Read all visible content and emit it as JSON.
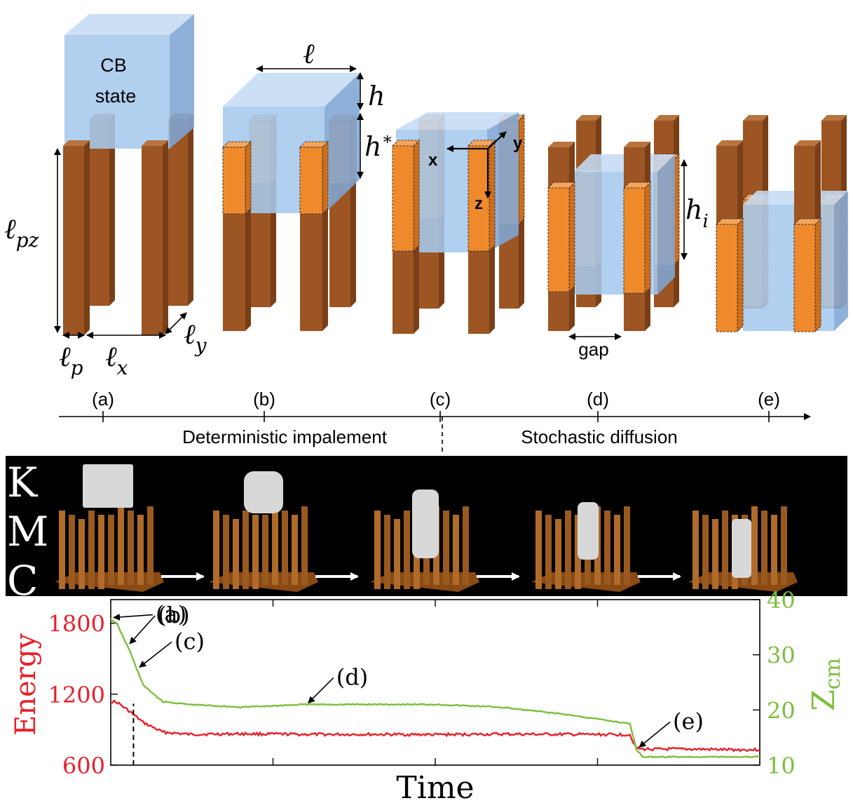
{
  "colors": {
    "pillar_front": "#9c5523",
    "pillar_side": "#7a3f16",
    "pillar_top": "#b8743f",
    "wetted_front": "#ef8a2c",
    "wetted_side": "#cf6d1a",
    "wetted_top": "#f5a45a",
    "liquid_front": "#a6c8ec",
    "liquid_side": "#7fa6d4",
    "liquid_top": "#c4dcf4",
    "energy": "#e8202a",
    "zcm": "#7cbf3c",
    "kmc_bg": "#000000",
    "kmc_label": "#ffffff",
    "axis": "#000000"
  },
  "schematic": {
    "cb_state": [
      "CB",
      "state"
    ],
    "dims": {
      "l": "ℓ",
      "h": "h",
      "h_star": "h*",
      "l_pz": "ℓpz",
      "l_p": "ℓp",
      "l_x": "ℓx",
      "l_y": "ℓy",
      "h_i": "hi",
      "gap": "gap"
    },
    "axes_labels": {
      "x": "x",
      "y": "y",
      "z": "z"
    }
  },
  "timeline": {
    "stages": [
      "(a)",
      "(b)",
      "(c)",
      "(d)",
      "(e)"
    ],
    "phase_left": "Deterministic impalement",
    "phase_right": "Stochastic diffusion"
  },
  "kmc": {
    "label_letters": [
      "K",
      "M",
      "C"
    ],
    "snapshot_count": 5,
    "arrow_icon": "right-arrow-icon"
  },
  "chart_data": {
    "type": "line",
    "xlabel": "Time",
    "x_ticks_labeled": false,
    "y_left": {
      "label": "Energy",
      "ticks": [
        600,
        1200,
        1800
      ],
      "range": [
        600,
        2000
      ]
    },
    "y_right": {
      "label": "Z",
      "label_sub": "cm",
      "ticks": [
        10,
        20,
        30,
        40
      ],
      "range": [
        10,
        40
      ]
    },
    "x": [
      0,
      0.01,
      0.03,
      0.05,
      0.08,
      0.12,
      0.2,
      0.3,
      0.4,
      0.5,
      0.6,
      0.7,
      0.8,
      0.81,
      0.82,
      0.85,
      0.9,
      0.95,
      1.0
    ],
    "series": [
      {
        "name": "Energy",
        "axis": "left",
        "values": [
          1140,
          1130,
          1050,
          960,
          880,
          860,
          865,
          860,
          860,
          858,
          862,
          860,
          858,
          740,
          735,
          735,
          735,
          730,
          730
        ]
      },
      {
        "name": "Zcm",
        "axis": "right",
        "values": [
          36.5,
          35.5,
          30.5,
          24.5,
          21.5,
          21.0,
          20.5,
          21.0,
          21.0,
          21.0,
          20.5,
          19.2,
          17.5,
          12.8,
          11.5,
          11.5,
          11.5,
          11.5,
          11.5
        ]
      }
    ],
    "vertical_marker_x": 0.035,
    "annotations": [
      {
        "label": "(a)",
        "x": 0.0,
        "series": "Zcm"
      },
      {
        "label": "(b)",
        "x": 0.025,
        "series": "Zcm"
      },
      {
        "label": "(c)",
        "x": 0.04,
        "series": "Zcm"
      },
      {
        "label": "(d)",
        "x": 0.3,
        "series": "Zcm"
      },
      {
        "label": "(e)",
        "x": 0.81,
        "series": "Energy"
      }
    ]
  }
}
